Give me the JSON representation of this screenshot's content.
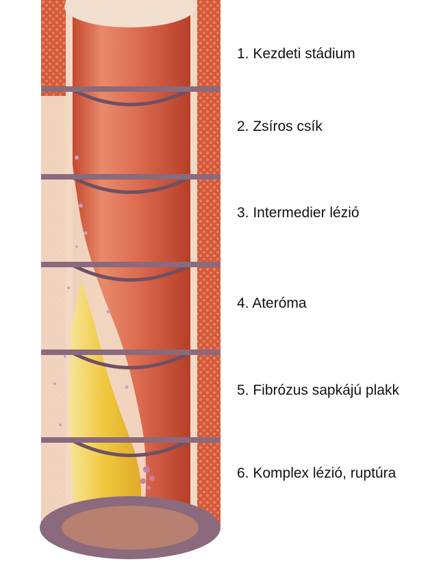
{
  "stages": [
    {
      "label": "1. Kezdeti stádium"
    },
    {
      "label": "2. Zsíros csík"
    },
    {
      "label": "3. Intermedier lézió"
    },
    {
      "label": "4. Ateróma"
    },
    {
      "label": "5. Fibrózus sapkájú plakk"
    },
    {
      "label": "6. Komplex lézió, ruptúra"
    }
  ],
  "colors": {
    "wall": "#d8603f",
    "lumen": "#d9654a",
    "intima": "#f2d9c4",
    "plaque": "#f2cc4a",
    "rim": "#7a5a6e",
    "background": "#ffffff"
  }
}
